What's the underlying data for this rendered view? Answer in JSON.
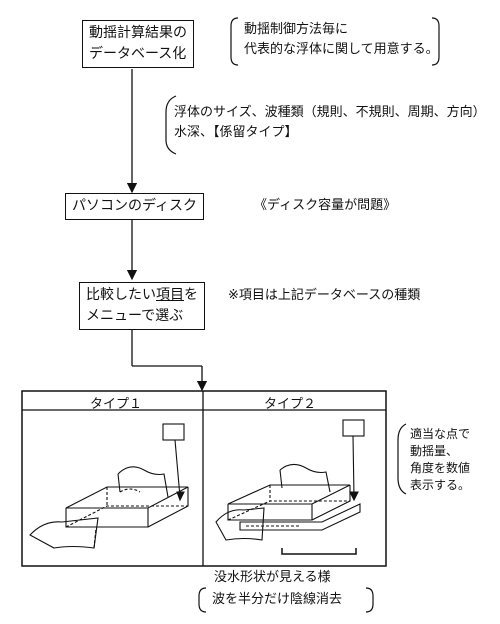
{
  "box1": {
    "line1": "動揺計算結果の",
    "line2": "データベース化"
  },
  "note1": {
    "line1": "動揺制御方法毎に",
    "line2": "代表的な浮体に関して用意する。"
  },
  "note2": {
    "line1": "浮体のサイズ、波種類（規則、不規則、周期、方向）",
    "line2": "水深、【係留タイプ】"
  },
  "box2": {
    "text": "パソコンのディスク"
  },
  "note3": {
    "text": "《ディスク容量が問題》"
  },
  "box3": {
    "pre": "比較したい",
    "underlined": "項目",
    "post": "を",
    "line2": "メニューで選ぶ"
  },
  "note4": {
    "text": "※項目は上記データベースの種類"
  },
  "panel": {
    "type1": "タイプ１",
    "type2": "タイプ２"
  },
  "side_note": {
    "line1": "適当な点で",
    "line2": "動揺量、",
    "line3": "角度を数値",
    "line4": "表示する。"
  },
  "bottom": {
    "line1": "没水形状が見える様",
    "line2": "波を半分だけ陰線消去"
  }
}
